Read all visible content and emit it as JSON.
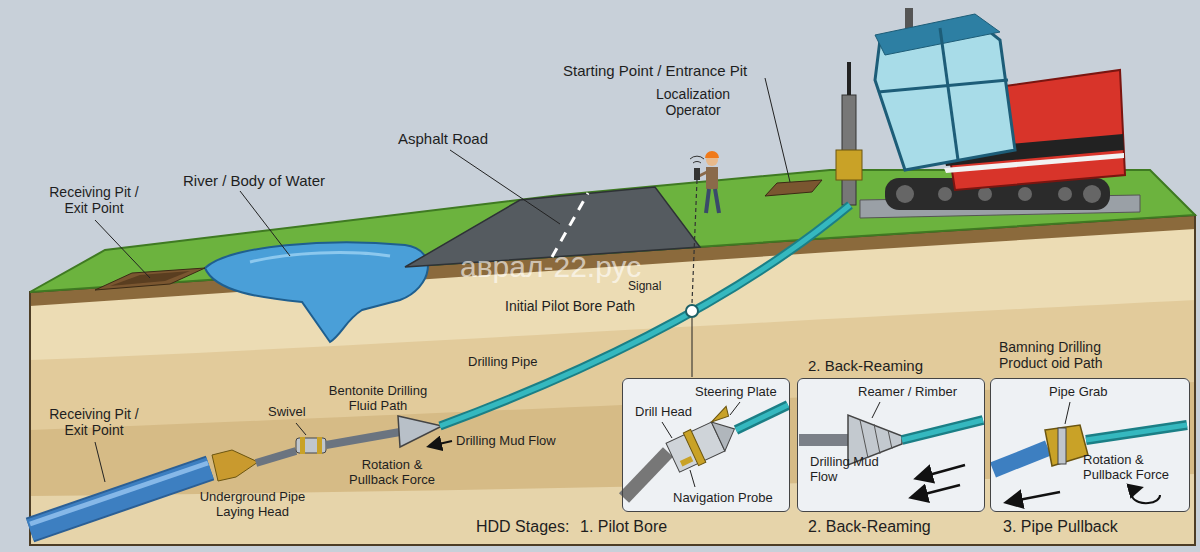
{
  "diagram": {
    "nodes": [
      {
        "text": [
          "Steering Plate",
          "Drill Head",
          "Navigation Probe"
        ]
      },
      {
        "text": [
          "2. Back-Reaming",
          "Reamer / Rimber",
          "Drilling Mud Flow"
        ]
      },
      {
        "text": [
          "Bamning Drilling Product oid Path",
          "Pipe Grab",
          "Rotation & Pullback Force"
        ]
      }
    ],
    "labels": [
      "Starting Point / Entrance Pit",
      "Asphalt Road",
      "Localization Operator",
      "Receiving Pit / Exit Point",
      "River / Body of Water",
      "Signal",
      "Initial Pilot Bore Path",
      "Drilling Pipe",
      "Bentonite Drilling Fluid Path",
      "Swivel",
      "Drilling Mud Flow",
      "Receiving Pit / Exit Point",
      "Rotation & Pullback Force",
      "Underground Pipe Laying Head",
      "HDD Stages:",
      "1. Pilot Bore",
      "2. Back-Reaming",
      "3. Pipe Pullback",
      "аврал-22.рус"
    ]
  }
}
